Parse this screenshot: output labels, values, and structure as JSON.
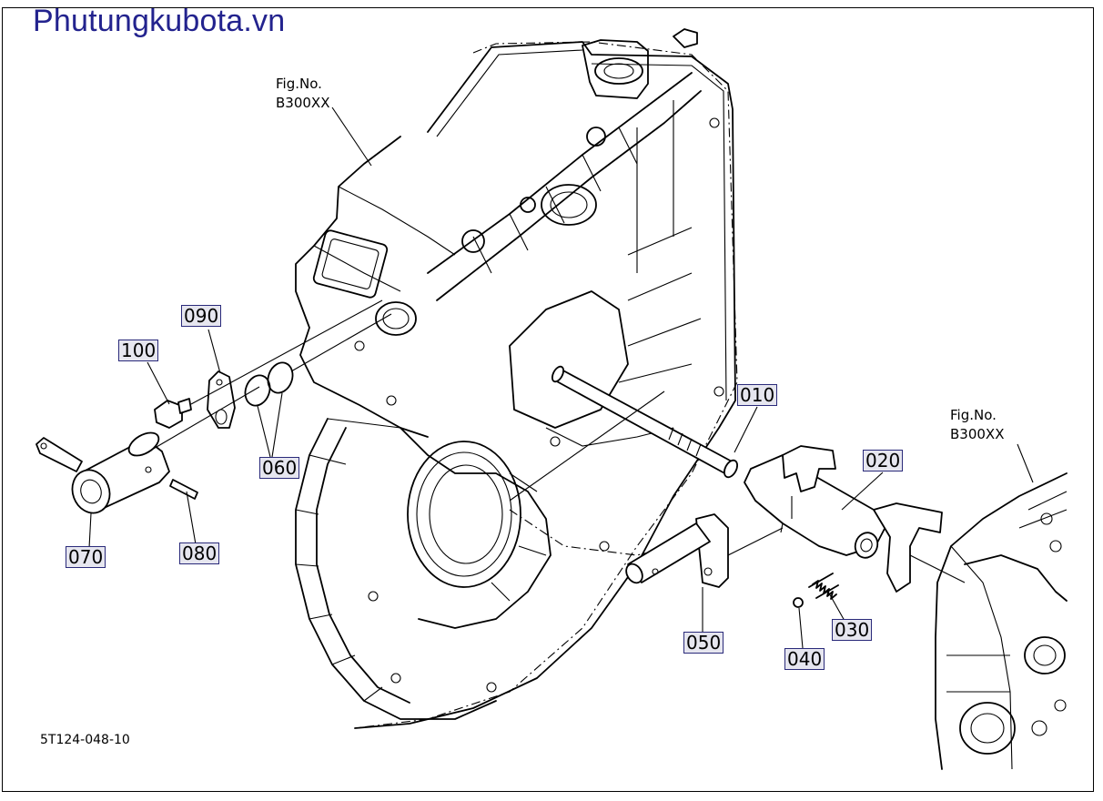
{
  "watermark": "Phutungkubota.vn",
  "drawing_code": "5T124-048-10",
  "figure_refs": [
    {
      "line1": "Fig.No.",
      "line2": "B300XX"
    },
    {
      "line1": "Fig.No.",
      "line2": "B300XX"
    }
  ],
  "callouts": [
    "010",
    "020",
    "030",
    "040",
    "050",
    "060",
    "070",
    "080",
    "090",
    "100"
  ]
}
